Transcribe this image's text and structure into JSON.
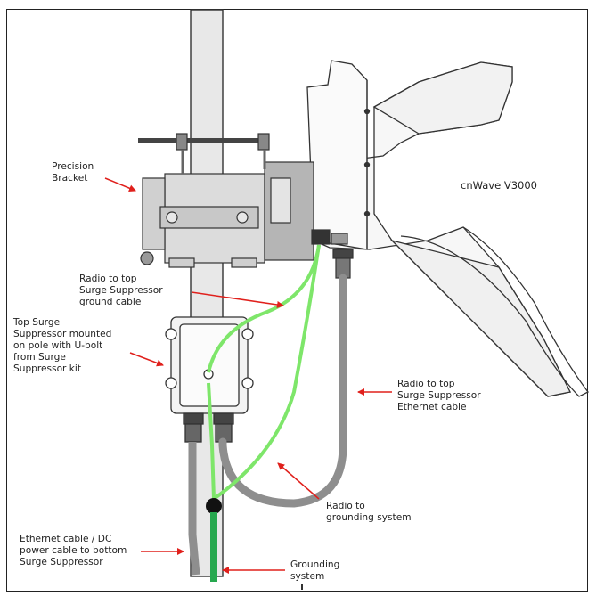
{
  "labels": {
    "precision_bracket": "Precision\nBracket",
    "cnwave": "cnWave V3000",
    "radio_ground_cable": "Radio to top\nSurge Suppressor\nground cable",
    "top_surge": "Top Surge\nSuppressor mounted\non pole with U-bolt\nfrom Surge\nSuppressor kit",
    "radio_ethernet": "Radio to top\nSurge Suppressor\nEthernet cable",
    "radio_grounding": "Radio to\ngrounding system",
    "ethernet_dc": "Ethernet cable / DC\npower cable to bottom\nSurge Suppressor",
    "grounding_system": "Grounding\nsystem"
  },
  "colors": {
    "arrow": "#e0201c",
    "ground_cable": "#7ee66a",
    "ethernet_cable": "#8e8e8e",
    "pole_fill": "#e8e8e8",
    "bracket_fill": "#dcdcdc",
    "grounding_rod": "#27a84f"
  }
}
